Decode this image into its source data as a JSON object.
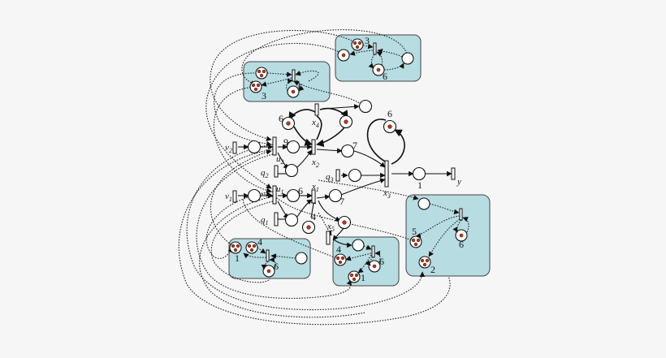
{
  "diagram": {
    "places": {
      "top_ctrl": "3",
      "top_ctrl_b": "6",
      "upper_ctrl": "3",
      "upper_ctrl_b": "6",
      "x4_left": "6",
      "x3_loop": "6",
      "u2_out": "9",
      "x2_out": "7",
      "u1_out": "6",
      "x1_out": "7",
      "x5_in": "4",
      "x3_out": "1",
      "bl_ctrl": "4",
      "bl_ctrl_a": "1",
      "bl_ctrl_b": "6",
      "bm_ctrl": "4",
      "bm_ctrl_a": "1",
      "bm_ctrl_b": "6",
      "br_ctrl": "5",
      "br_ctrl_a": "2",
      "br_ctrl_b": "6"
    },
    "transitions": {
      "v2": "v",
      "v2_sub": "2",
      "v1": "v",
      "v1_sub": "1",
      "u2": "u",
      "u2_sub": "2",
      "u1": "u",
      "u1_sub": "1",
      "x1": "x",
      "x1_sub": "1",
      "x2": "x",
      "x2_sub": "2",
      "x3": "x",
      "x3_sub": "3",
      "x4": "x",
      "x4_sub": "4",
      "x5": "x",
      "x5_sub": "5",
      "q1": "q",
      "q1_sub": "1",
      "q2": "q",
      "q2_sub": "2",
      "q3": "q",
      "q3_sub": "3",
      "y": "y"
    },
    "colors": {
      "box": "#b7dde3",
      "token": "#b33a1e"
    }
  }
}
